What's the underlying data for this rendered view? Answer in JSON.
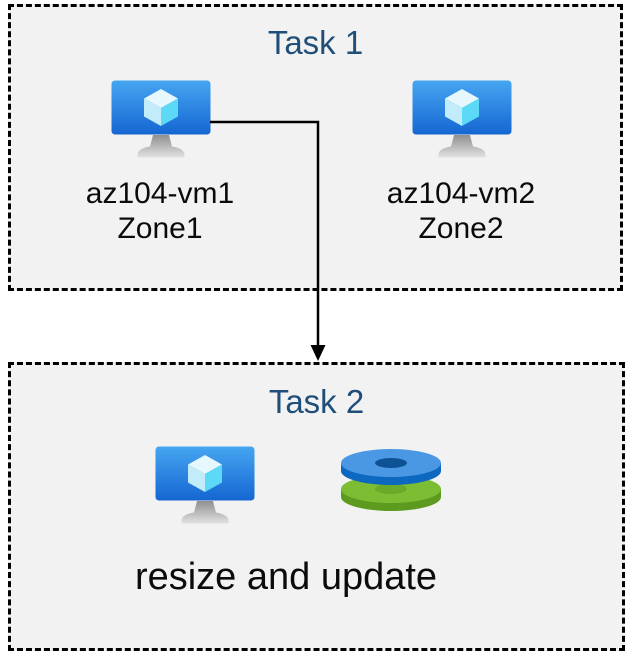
{
  "diagram": {
    "task1": {
      "title": "Task 1",
      "vms": [
        {
          "name": "az104-vm1",
          "zone": "Zone1"
        },
        {
          "name": "az104-vm2",
          "zone": "Zone2"
        }
      ]
    },
    "task2": {
      "title": "Task 2",
      "caption": "resize and update"
    },
    "connector": {
      "from": "az104-vm1",
      "to": "Task 2",
      "style": "elbow-arrow-down"
    },
    "colors": {
      "box_fill": "#f2f2f2",
      "box_border": "#000000",
      "title_text": "#1f4e79",
      "label_text": "#0b0b0b",
      "vm_screen_top": "#46a6f1",
      "vm_screen_bottom": "#1566d2",
      "vm_cube_top": "#e6f7fd",
      "vm_cube_left": "#c2ecfa",
      "vm_cube_right": "#5bd9f6",
      "disk_blue_top": "#4a97e4",
      "disk_blue_side": "#0d68c0",
      "disk_blue_hole": "#0e5296",
      "disk_green_top": "#7dbd33",
      "disk_green_side": "#5c9b20",
      "disk_green_hole": "#69aa28"
    }
  }
}
